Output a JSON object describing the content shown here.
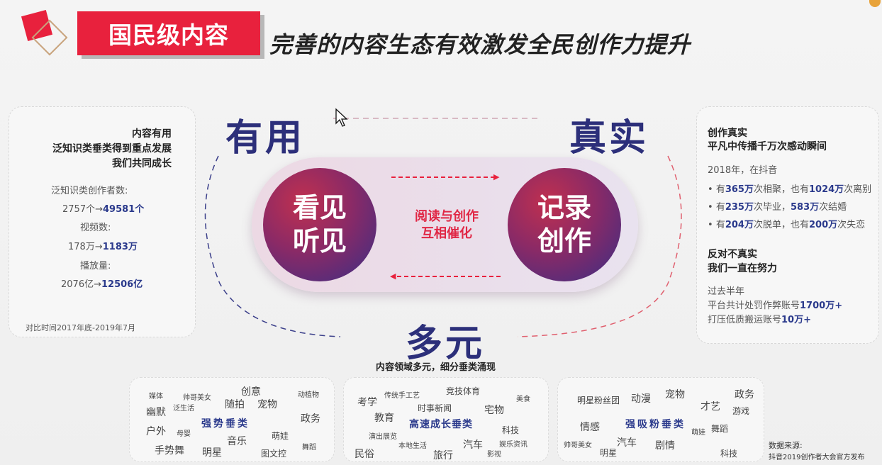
{
  "header": {
    "badge": "国民级内容",
    "headline": "完善的内容生态有效激发全民创作力提升"
  },
  "left_panel": {
    "heading": [
      "内容有用",
      "泛知识类垂类得到重点发展",
      "我们共同成长"
    ],
    "stats": [
      {
        "label": "泛知识类创作者数:",
        "from": "2757个",
        "arrow": "→",
        "to": "49581个"
      },
      {
        "label": "视频数:",
        "from": "178万",
        "arrow": "→",
        "to": "1183万"
      },
      {
        "label": "播放量:",
        "from": "2076亿",
        "arrow": "→",
        "to": "12506亿"
      }
    ],
    "footnote": "对比时间2017年底-2019年7月"
  },
  "center": {
    "useful": "有用",
    "real": "真实",
    "diverse": "多元",
    "left_circle": [
      "看见",
      "听见"
    ],
    "right_circle": [
      "记录",
      "创作"
    ],
    "middle": [
      "阅读与创作",
      "互相催化"
    ],
    "diverse_sub": "内容领域多元，细分垂类涌现"
  },
  "right_panel": {
    "heading1": [
      "创作真实",
      "平凡中传播千万次感动瞬间"
    ],
    "year": "2018年，在抖音",
    "bullets": [
      {
        "a": "有",
        "b": "365万",
        "c": "次相聚，也有",
        "d": "1024万",
        "e": "次离别"
      },
      {
        "a": "有",
        "b": "235万",
        "c": "次毕业，",
        "d": "583万",
        "e": "次结婚"
      },
      {
        "a": "有",
        "b": "204万",
        "c": "次脱单，也有",
        "d": "200万",
        "e": "次失恋"
      }
    ],
    "heading2": [
      "反对不真实",
      "我们一直在努力"
    ],
    "lines": [
      {
        "pre": "过去半年",
        "val": ""
      },
      {
        "pre": "平台共计处罚作弊账号",
        "val": "1700万+"
      },
      {
        "pre": "打压低质搬运账号",
        "val": "10万+"
      }
    ]
  },
  "clouds": [
    {
      "strong": "强势垂类",
      "words": [
        "媒体",
        "帅哥美女",
        "创意",
        "动植物",
        "泛生活",
        "随拍",
        "宠物",
        "幽默",
        "政务",
        "户外",
        "母婴",
        "萌娃",
        "手势舞",
        "音乐",
        "舞蹈",
        "明星",
        "图文控"
      ]
    },
    {
      "strong": "高速成长垂类",
      "words": [
        "考学",
        "传统手工艺",
        "竞技体育",
        "美食",
        "时事新闻",
        "宅物",
        "教育",
        "演出展览",
        "科技",
        "本地生活",
        "汽车",
        "民俗",
        "旅行",
        "娱乐资讯",
        "影视"
      ]
    },
    {
      "strong": "强吸粉垂类",
      "words": [
        "明星粉丝团",
        "动漫",
        "宠物",
        "政务",
        "才艺",
        "游戏",
        "情感",
        "萌娃",
        "舞蹈",
        "帅哥美女",
        "汽车",
        "剧情",
        "明星",
        "科技"
      ]
    }
  ],
  "source": [
    "数据来源:",
    "抖音2019创作者大会官方发布"
  ]
}
